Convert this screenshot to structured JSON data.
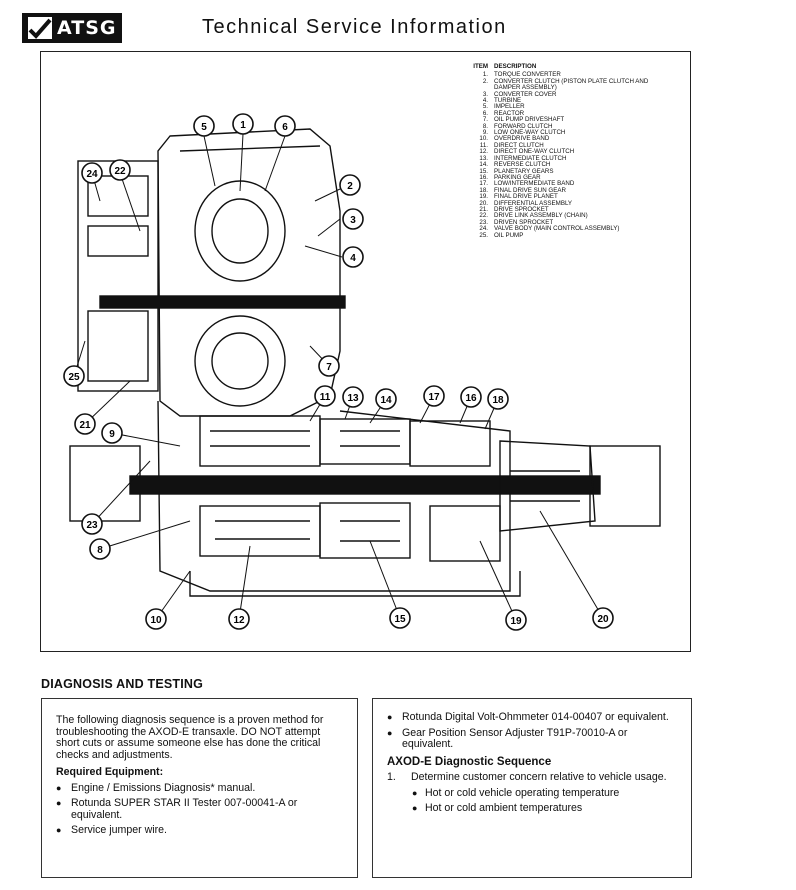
{
  "header": {
    "logo_text": "ATSG",
    "title": "Technical Service Information"
  },
  "legend": {
    "col_item": "ITEM",
    "col_desc": "DESCRIPTION",
    "items": [
      {
        "n": "1.",
        "d": "TORQUE CONVERTER"
      },
      {
        "n": "2.",
        "d": "CONVERTER CLUTCH (PISTON PLATE CLUTCH AND DAMPER ASSEMBLY)"
      },
      {
        "n": "3.",
        "d": "CONVERTER COVER"
      },
      {
        "n": "4.",
        "d": "TURBINE"
      },
      {
        "n": "5.",
        "d": "IMPELLER"
      },
      {
        "n": "6.",
        "d": "REACTOR"
      },
      {
        "n": "7.",
        "d": "OIL PUMP DRIVESHAFT"
      },
      {
        "n": "8.",
        "d": "FORWARD CLUTCH"
      },
      {
        "n": "9.",
        "d": "LOW ONE-WAY CLUTCH"
      },
      {
        "n": "10.",
        "d": "OVERDRIVE BAND"
      },
      {
        "n": "11.",
        "d": "DIRECT CLUTCH"
      },
      {
        "n": "12.",
        "d": "DIRECT ONE-WAY CLUTCH"
      },
      {
        "n": "13.",
        "d": "INTERMEDIATE CLUTCH"
      },
      {
        "n": "14.",
        "d": "REVERSE CLUTCH"
      },
      {
        "n": "15.",
        "d": "PLANETARY GEARS"
      },
      {
        "n": "16.",
        "d": "PARKING GEAR"
      },
      {
        "n": "17.",
        "d": "LOW/INTERMEDIATE BAND"
      },
      {
        "n": "18.",
        "d": "FINAL DRIVE SUN GEAR"
      },
      {
        "n": "19.",
        "d": "FINAL DRIVE PLANET"
      },
      {
        "n": "20.",
        "d": "DIFFERENTIAL ASSEMBLY"
      },
      {
        "n": "21.",
        "d": "DRIVE SPROCKET"
      },
      {
        "n": "22.",
        "d": "DRIVE LINK ASSEMBLY (CHAIN)"
      },
      {
        "n": "23.",
        "d": "DRIVEN SPROCKET"
      },
      {
        "n": "24.",
        "d": "VALVE BODY (MAIN CONTROL ASSEMBLY)"
      },
      {
        "n": "25.",
        "d": "OIL PUMP"
      }
    ]
  },
  "callouts": [
    "1",
    "2",
    "3",
    "4",
    "5",
    "6",
    "7",
    "8",
    "9",
    "10",
    "11",
    "12",
    "13",
    "14",
    "15",
    "16",
    "17",
    "18",
    "19",
    "20",
    "21",
    "22",
    "23",
    "24",
    "25"
  ],
  "section": {
    "title": "DIAGNOSIS AND TESTING"
  },
  "left_box": {
    "intro": "The following diagnosis sequence is a proven method for troubleshooting the AXOD-E transaxle. DO NOT attempt short cuts or assume someone else has done the critical checks and adjustments.",
    "required_title": "Required Equipment:",
    "equipment": [
      "Engine / Emissions Diagnosis* manual.",
      "Rotunda SUPER STAR II Tester 007-00041-A or equivalent.",
      "Service jumper wire."
    ]
  },
  "right_box": {
    "equipment": [
      "Rotunda Digital Volt-Ohmmeter 014-00407 or equivalent.",
      "Gear Position Sensor Adjuster T91P-70010-A or equivalent."
    ],
    "sequence_title": "AXOD-E Diagnostic Sequence",
    "step_num": "1.",
    "step_text": "Determine customer concern relative to vehicle usage.",
    "sub_items": [
      "Hot or cold vehicle operating temperature",
      "Hot or cold ambient temperatures"
    ]
  }
}
